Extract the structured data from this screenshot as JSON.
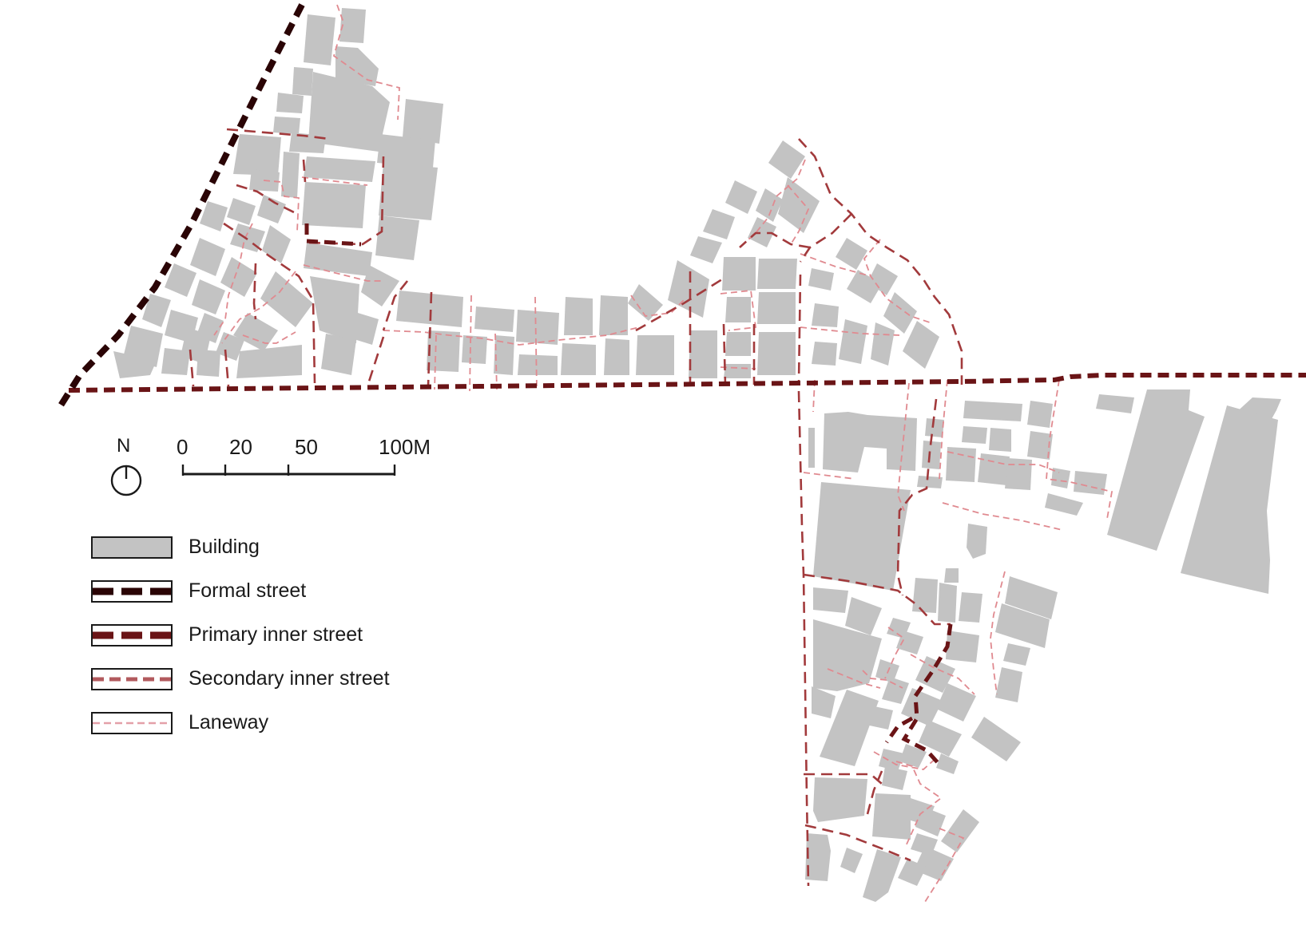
{
  "map": {
    "colors": {
      "building": "#c3c3c3",
      "formal_street": "#2a0405",
      "primary_inner_street": "#6a1416",
      "secondary_inner_street": "#a23a3c",
      "laneway": "#e08a90",
      "background": "#ffffff"
    },
    "north_arrow": {
      "label": "N"
    },
    "scale_bar": {
      "labels": [
        "0",
        "20",
        "50",
        "100M"
      ],
      "unit": "M"
    },
    "legend": [
      {
        "key": "building",
        "label": "Building"
      },
      {
        "key": "formal",
        "label": "Formal street"
      },
      {
        "key": "primary",
        "label": "Primary inner street"
      },
      {
        "key": "secondary",
        "label": "Secondary inner street"
      },
      {
        "key": "laneway",
        "label": "Laneway"
      }
    ]
  }
}
